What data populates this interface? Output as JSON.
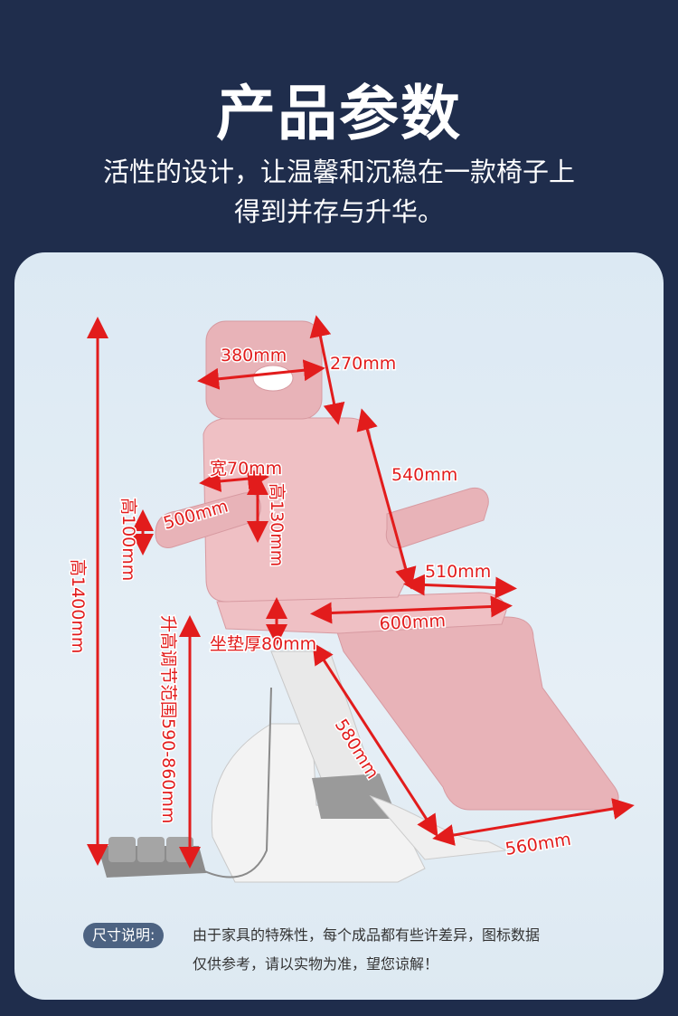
{
  "header": {
    "title": "产品参数",
    "subtitle_line1": "活性的设计，让温馨和沉稳在一款椅子上",
    "subtitle_line2": "得到并存与升华。"
  },
  "dimensions": {
    "headrest_width": "380mm",
    "headrest_height": "270mm",
    "armrest_width": "宽70mm",
    "backrest_length": "540mm",
    "armrest_length": "500mm",
    "armrest_height": "高100mm",
    "armrest_gap_height": "高130mm",
    "armrest_right_length": "510mm",
    "total_height": "高1400mm",
    "seat_width": "600mm",
    "lift_range": "升高调节范围590-860mm",
    "seat_thickness": "坐垫厚80mm",
    "leg_length": "580mm",
    "leg_width": "560mm"
  },
  "note": {
    "label": "尺寸说明:",
    "line1": "由于家具的特殊性，每个成品都有些许差异，图标数据",
    "line2": "仅供参考，请以实物为准，望您谅解！"
  },
  "colors": {
    "background": "#1f2d4c",
    "chair_pink": "#e8b3b8",
    "arrow_red": "#e21c1c"
  }
}
